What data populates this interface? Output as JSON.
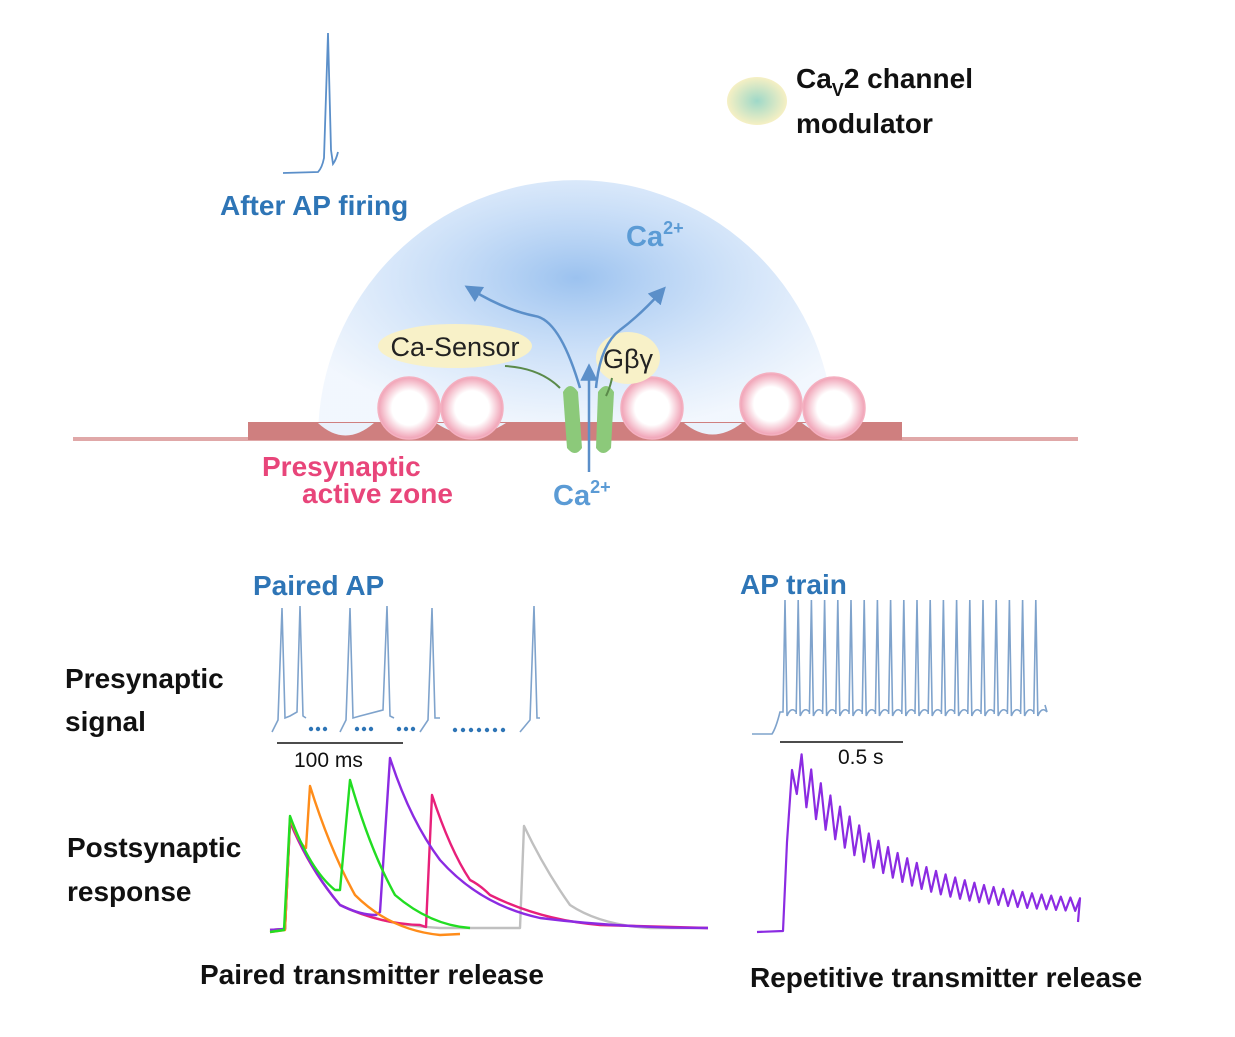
{
  "legend": {
    "label_line1_main": "Ca",
    "label_line1_sub": "V",
    "label_line1_rest": "2 channel",
    "label_line2": "modulator"
  },
  "top_diagram": {
    "after_ap_label": "After AP firing",
    "ca_top_main": "Ca",
    "ca_top_sup": "2+",
    "ca_bottom_main": "Ca",
    "ca_bottom_sup": "2+",
    "ca_sensor_label": "Ca-Sensor",
    "gbg_label": "Gβγ",
    "presynaptic_line1": "Presynaptic",
    "presynaptic_line2": "active zone"
  },
  "bottom_left": {
    "title": "Paired AP",
    "presyn_line1": "Presynaptic",
    "presyn_line2": "signal",
    "scale_label": "100 ms",
    "postsyn_line1": "Postsynaptic",
    "postsyn_line2": "response",
    "caption": "Paired transmitter release"
  },
  "bottom_right": {
    "title": "AP train",
    "scale_label": "0.5 s",
    "caption": "Repetitive transmitter release"
  },
  "colors": {
    "accent_blue": "#2e75b6",
    "calcium_blue": "#5b9bd5",
    "trace_blue": "#7fa3cc",
    "pink": "#e8457a",
    "membrane": "#d98a8a",
    "trace_green": "#22dd22",
    "trace_orange": "#ff8c1a",
    "trace_purple": "#8b2be2",
    "trace_magenta": "#e8207a",
    "trace_gray": "#c0c0c0"
  }
}
